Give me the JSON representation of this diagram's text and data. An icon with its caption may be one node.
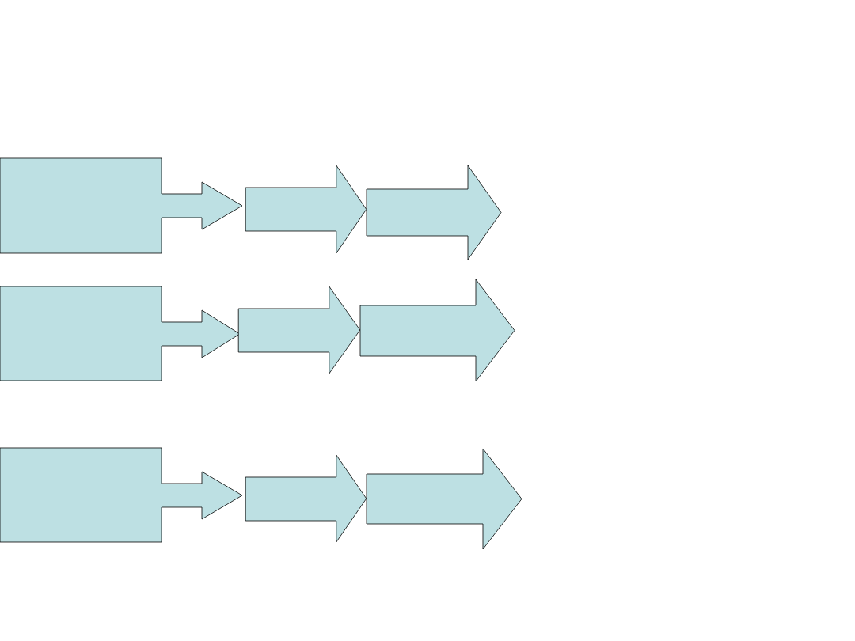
{
  "diagram": {
    "nodes": [
      {
        "text": [],
        "shape": "callout"
      },
      {
        "text": [],
        "shape": "arrow"
      },
      {
        "text": [],
        "shape": "callout"
      },
      {
        "text": [],
        "shape": "arrow"
      },
      {
        "text": [],
        "shape": "callout"
      },
      {
        "text": [],
        "shape": "arrow"
      }
    ],
    "edges": [
      {
        "from": 0,
        "to": 1,
        "arrow": "to"
      },
      {
        "from": 2,
        "to": 3,
        "arrow": "to"
      },
      {
        "from": 4,
        "to": 5,
        "arrow": "to"
      }
    ]
  }
}
